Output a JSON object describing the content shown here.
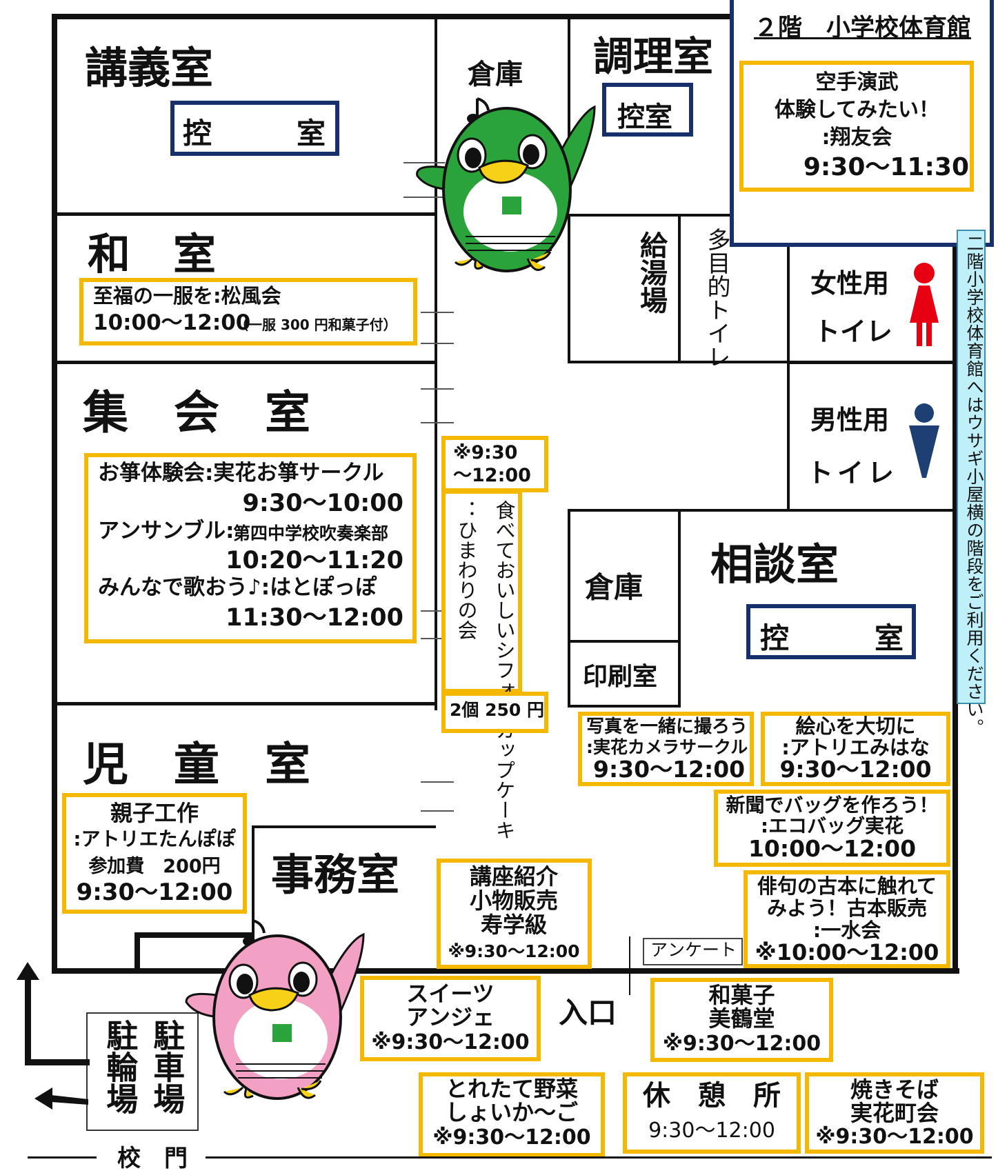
{
  "floor2": {
    "title": "２階　小学校体育館",
    "event": {
      "l1": "空手演武",
      "l2": "体験してみたい！",
      "l3": ":翔友会",
      "time": "9:30～11:30"
    },
    "note": "二階小学校体育館へはウサギ小屋横の階段をご利用ください。"
  },
  "rooms": {
    "kogi": {
      "title": "講義室",
      "sub_a": "控",
      "sub_b": "室"
    },
    "washitsu": {
      "title": "和　室",
      "ev1": "至福の一服を:松風会",
      "time": "10:00～12:00",
      "note": "（一服 300 円和菓子付）"
    },
    "shukai": {
      "title": "集　会　室",
      "ev1": "お箏体験会:実花お箏サークル",
      "t1": "9:30～10:00",
      "ev2a": "アンサンブル:",
      "ev2b": "第四中学校吹奏楽部",
      "t2": "10:20～11:20",
      "ev3": "みんなで歌おう♪:はとぽっぽ",
      "t3": "11:30～12:00"
    },
    "jido": {
      "title": "児　童　室",
      "l1": "親子工作",
      "l2": ":アトリエたんぽぽ",
      "l3": "参加費　200円",
      "time": "9:30～12:00"
    },
    "jimu": {
      "title": "事務室"
    },
    "soko1": {
      "title": "倉庫"
    },
    "chori": {
      "title": "調理室",
      "sub": "控室"
    },
    "kyuto": {
      "title": "給湯場"
    },
    "tamokuteki": {
      "title": "多目的トイレ"
    },
    "women": {
      "l1": "女性用",
      "l2": "トイレ"
    },
    "men": {
      "l1": "男性用",
      "l2": "トイレ"
    },
    "soko2": {
      "title": "倉庫"
    },
    "insatsu": {
      "title": "印刷室"
    },
    "sodan": {
      "title": "相談室",
      "sub_a": "控",
      "sub_b": "室"
    }
  },
  "hallway": {
    "chiffon": {
      "time1": "※9:30",
      "time2": "～12:00",
      "text": "食べておいしいシフォンカップケーキ",
      "org": "：ひまわりの会",
      "price": "2個 250 円"
    },
    "kouza": {
      "l1": "講座紹介",
      "l2": "小物販売",
      "l3": "寿学級",
      "time": "※9:30～12:00"
    },
    "photo": {
      "l1": "写真を一緒に撮ろう",
      "l2": ":実花カメラサークル",
      "time": "9:30～12:00"
    },
    "ekokoro": {
      "l1": "絵心を大切に",
      "l2": ":アトリエみはな",
      "time": "9:30～12:00"
    },
    "bag": {
      "l1": "新聞でバッグを作ろう！",
      "l2": ":エコバッグ実花",
      "time": "10:00～12:00"
    },
    "haiku": {
      "l1": "俳句の古本に触れて",
      "l2": "みよう！古本販売",
      "l3": ":一水会",
      "time": "※10:00～12:00"
    },
    "survey": "アンケート"
  },
  "outside": {
    "entrance": "入口",
    "sweets": {
      "l1": "スイーツ",
      "l2": "アンジェ",
      "time": "※9:30～12:00"
    },
    "wagashi": {
      "l1": "和菓子",
      "l2": "美鶴堂",
      "time": "※9:30～12:00"
    },
    "yasai": {
      "l1": "とれたて野菜",
      "l2": "しょいか～ご",
      "time": "※9:30～12:00"
    },
    "kyukei": {
      "l1": "休　憩　所",
      "time": "9:30～12:00"
    },
    "yakisoba": {
      "l1": "焼きそば",
      "l2": "実花町会",
      "time": "※9:30～12:00"
    },
    "parking_car": "駐車場",
    "parking_bike": "駐輪場",
    "gate": "校　門"
  },
  "colors": {
    "event_border": "#f5b800",
    "waiting_border": "#17306b",
    "women": "#e60012",
    "men": "#1e3f73",
    "note_bg": "#bfeff8",
    "mascot_green": "#2aa33a",
    "mascot_pink": "#f2a1c5"
  }
}
